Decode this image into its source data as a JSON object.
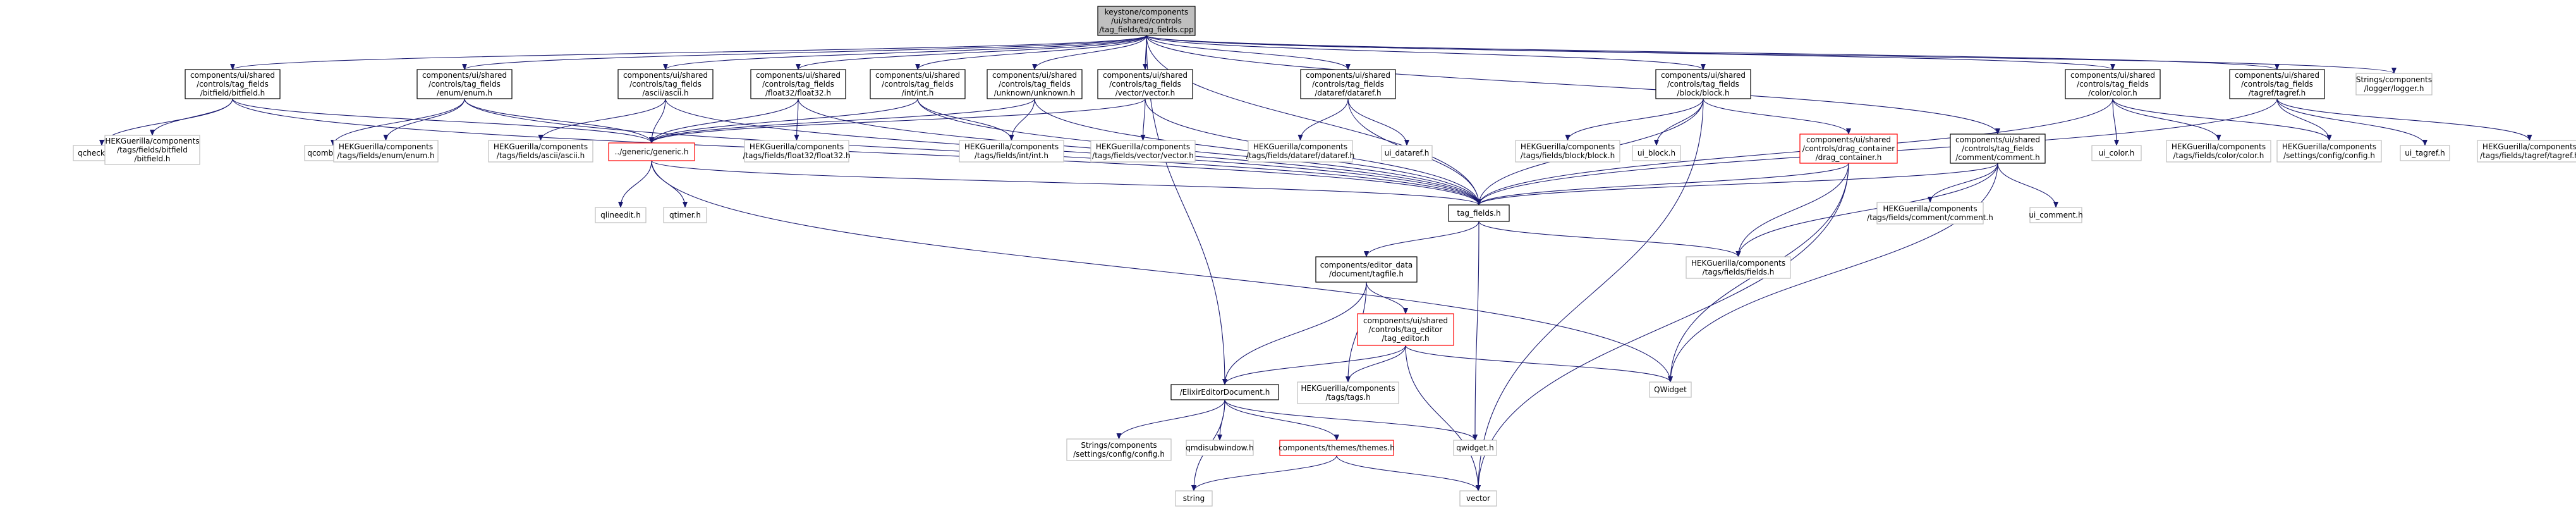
{
  "colors": {
    "root_fill": "#bfbfbf",
    "root_stroke": "#000000",
    "documented_stroke": "#000000",
    "undocumented_stroke": "#bfbfbf",
    "truncated_stroke": "#ff0000",
    "edge": "#191970"
  },
  "nodes": [
    {
      "id": "root",
      "lines": [
        "keystone/components",
        "/ui/shared/controls",
        "/tag_fields/tag_fields.cpp"
      ],
      "style": "root"
    },
    {
      "id": "bitfield",
      "lines": [
        "components/ui/shared",
        "/controls/tag_fields",
        "/bitfield/bitfield.h"
      ],
      "style": "doc"
    },
    {
      "id": "enum",
      "lines": [
        "components/ui/shared",
        "/controls/tag_fields",
        "/enum/enum.h"
      ],
      "style": "doc"
    },
    {
      "id": "ascii",
      "lines": [
        "components/ui/shared",
        "/controls/tag_fields",
        "/ascii/ascii.h"
      ],
      "style": "doc"
    },
    {
      "id": "float32",
      "lines": [
        "components/ui/shared",
        "/controls/tag_fields",
        "/float32/float32.h"
      ],
      "style": "doc"
    },
    {
      "id": "int",
      "lines": [
        "components/ui/shared",
        "/controls/tag_fields",
        "/int/int.h"
      ],
      "style": "doc"
    },
    {
      "id": "unknown",
      "lines": [
        "components/ui/shared",
        "/controls/tag_fields",
        "/unknown/unknown.h"
      ],
      "style": "doc"
    },
    {
      "id": "vector",
      "lines": [
        "components/ui/shared",
        "/controls/tag_fields",
        "/vector/vector.h"
      ],
      "style": "doc"
    },
    {
      "id": "dataref",
      "lines": [
        "components/ui/shared",
        "/controls/tag_fields",
        "/dataref/dataref.h"
      ],
      "style": "doc"
    },
    {
      "id": "block",
      "lines": [
        "components/ui/shared",
        "/controls/tag_fields",
        "/block/block.h"
      ],
      "style": "doc"
    },
    {
      "id": "color",
      "lines": [
        "components/ui/shared",
        "/controls/tag_fields",
        "/color/color.h"
      ],
      "style": "doc"
    },
    {
      "id": "tagref",
      "lines": [
        "components/ui/shared",
        "/controls/tag_fields",
        "/tagref/tagref.h"
      ],
      "style": "doc"
    },
    {
      "id": "logger",
      "lines": [
        "Strings/components",
        "/logger/logger.h"
      ],
      "style": "undoc"
    },
    {
      "id": "qcheckbox",
      "lines": [
        "qcheckbox.h"
      ],
      "style": "undoc"
    },
    {
      "id": "hek_bitfield",
      "lines": [
        "HEKGuerilla/components",
        "/tags/fields/bitfield",
        "/bitfield.h"
      ],
      "style": "undoc"
    },
    {
      "id": "qcombobox",
      "lines": [
        "qcombobox.h"
      ],
      "style": "undoc"
    },
    {
      "id": "hek_enum",
      "lines": [
        "HEKGuerilla/components",
        "/tags/fields/enum/enum.h"
      ],
      "style": "undoc"
    },
    {
      "id": "generic",
      "lines": [
        "../generic/generic.h"
      ],
      "style": "trunc"
    },
    {
      "id": "hek_ascii",
      "lines": [
        "HEKGuerilla/components",
        "/tags/fields/ascii/ascii.h"
      ],
      "style": "undoc"
    },
    {
      "id": "hek_float32",
      "lines": [
        "HEKGuerilla/components",
        "/tags/fields/float32/float32.h"
      ],
      "style": "undoc"
    },
    {
      "id": "hek_int",
      "lines": [
        "HEKGuerilla/components",
        "/tags/fields/int/int.h"
      ],
      "style": "undoc"
    },
    {
      "id": "hek_vector",
      "lines": [
        "HEKGuerilla/components",
        "/tags/fields/vector/vector.h"
      ],
      "style": "undoc"
    },
    {
      "id": "hek_dataref",
      "lines": [
        "HEKGuerilla/components",
        "/tags/fields/dataref/dataref.h"
      ],
      "style": "undoc"
    },
    {
      "id": "ui_dataref",
      "lines": [
        "ui_dataref.h"
      ],
      "style": "undoc"
    },
    {
      "id": "hek_block",
      "lines": [
        "HEKGuerilla/components",
        "/tags/fields/block/block.h"
      ],
      "style": "undoc"
    },
    {
      "id": "ui_block",
      "lines": [
        "ui_block.h"
      ],
      "style": "undoc"
    },
    {
      "id": "drag",
      "lines": [
        "components/ui/shared",
        "/controls/drag_container",
        "/drag_container.h"
      ],
      "style": "trunc"
    },
    {
      "id": "comment",
      "lines": [
        "components/ui/shared",
        "/controls/tag_fields",
        "/comment/comment.h"
      ],
      "style": "doc"
    },
    {
      "id": "ui_color",
      "lines": [
        "ui_color.h"
      ],
      "style": "undoc"
    },
    {
      "id": "hek_color",
      "lines": [
        "HEKGuerilla/components",
        "/tags/fields/color/color.h"
      ],
      "style": "undoc"
    },
    {
      "id": "hek_config",
      "lines": [
        "HEKGuerilla/components",
        "/settings/config/config.h"
      ],
      "style": "undoc"
    },
    {
      "id": "ui_tagref",
      "lines": [
        "ui_tagref.h"
      ],
      "style": "undoc"
    },
    {
      "id": "hek_tagref",
      "lines": [
        "HEKGuerilla/components",
        "/tags/fields/tagref/tagref.h"
      ],
      "style": "undoc"
    },
    {
      "id": "qlineedit",
      "lines": [
        "qlineedit.h"
      ],
      "style": "undoc"
    },
    {
      "id": "qtimer",
      "lines": [
        "qtimer.h"
      ],
      "style": "undoc"
    },
    {
      "id": "tag_fields",
      "lines": [
        "tag_fields.h"
      ],
      "style": "doc"
    },
    {
      "id": "hek_comment",
      "lines": [
        "HEKGuerilla/components",
        "/tags/fields/comment/comment.h"
      ],
      "style": "undoc"
    },
    {
      "id": "ui_comment",
      "lines": [
        "ui_comment.h"
      ],
      "style": "undoc"
    },
    {
      "id": "hek_fields",
      "lines": [
        "HEKGuerilla/components",
        "/tags/fields/fields.h"
      ],
      "style": "undoc"
    },
    {
      "id": "tagfile",
      "lines": [
        "components/editor_data",
        "/document/tagfile.h"
      ],
      "style": "doc"
    },
    {
      "id": "tag_editor",
      "lines": [
        "components/ui/shared",
        "/controls/tag_editor",
        "/tag_editor.h"
      ],
      "style": "trunc"
    },
    {
      "id": "hek_tags",
      "lines": [
        "HEKGuerilla/components",
        "/tags/tags.h"
      ],
      "style": "undoc"
    },
    {
      "id": "qwidget_cls",
      "lines": [
        "QWidget"
      ],
      "style": "undoc"
    },
    {
      "id": "elixir",
      "lines": [
        "/ElixirEditorDocument.h"
      ],
      "style": "doc"
    },
    {
      "id": "str_config",
      "lines": [
        "Strings/components",
        "/settings/config/config.h"
      ],
      "style": "undoc"
    },
    {
      "id": "qmdi",
      "lines": [
        "qmdisubwindow.h"
      ],
      "style": "undoc"
    },
    {
      "id": "themes",
      "lines": [
        "components/themes/themes.h"
      ],
      "style": "trunc"
    },
    {
      "id": "qwidget_h",
      "lines": [
        "qwidget.h"
      ],
      "style": "undoc"
    },
    {
      "id": "string",
      "lines": [
        "string"
      ],
      "style": "undoc"
    },
    {
      "id": "vector_std",
      "lines": [
        "vector"
      ],
      "style": "undoc"
    }
  ]
}
